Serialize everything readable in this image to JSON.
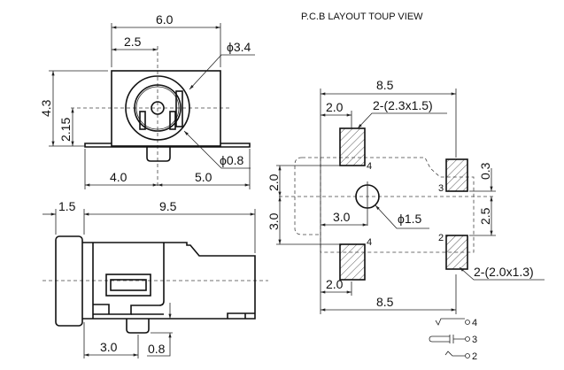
{
  "title": "P.C.B LAYOUT  TOUP VIEW",
  "front_view": {
    "width": "6.0",
    "offset": "2.5",
    "diameter_outer": "ϕ3.4",
    "diameter_pin": "ϕ0.8",
    "height": "4.3",
    "center_height": "2.15",
    "left": "4.0",
    "right": "5.0"
  },
  "side_view": {
    "cap": "1.5",
    "length": "9.5",
    "foot_pos": "3.0",
    "foot_h": "0.8"
  },
  "pcb": {
    "width_top": "8.5",
    "pad_offset_top": "2.0",
    "pad_note_top": "2-(2.3x1.5)",
    "v_upper": "2.0",
    "v_lower": "3.0",
    "hole_x": "3.0",
    "hole_d": "ϕ1.5",
    "r_upper": "0.3",
    "r_lower": "2.5",
    "pad_note_bottom": "2-(2.0x1.3)",
    "pad_offset_bottom": "2.0",
    "width_bottom": "8.5",
    "pin_labels": [
      "4",
      "3",
      "2",
      "4"
    ]
  },
  "schematic": {
    "pins": [
      "4",
      "3",
      "2"
    ]
  }
}
